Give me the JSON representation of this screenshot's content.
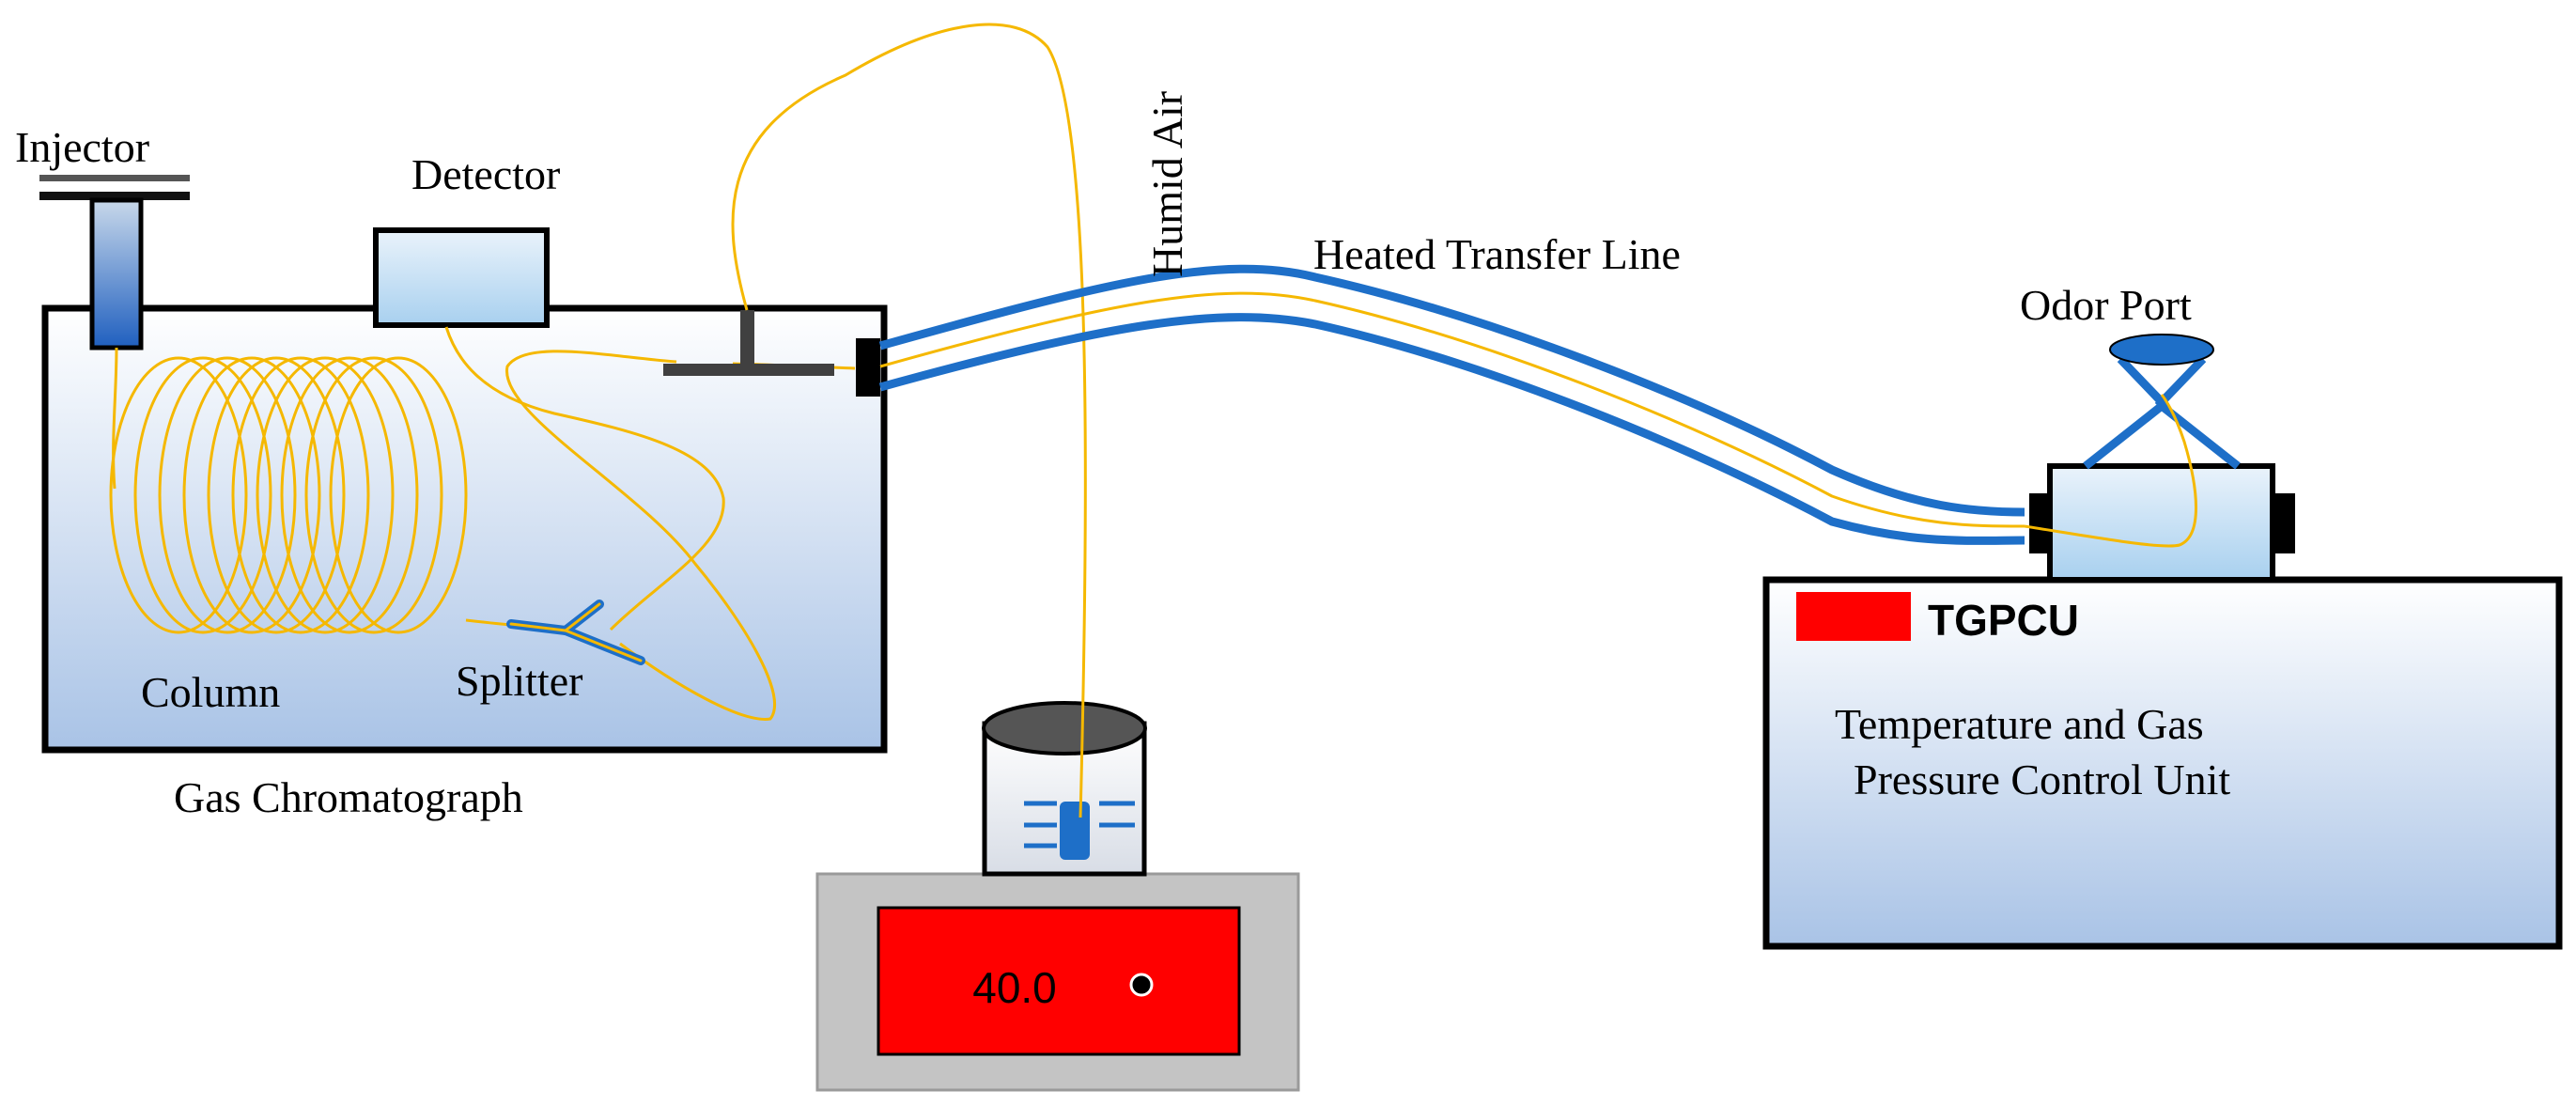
{
  "labels": {
    "injector": "Injector",
    "detector": "Detector",
    "column": "Column",
    "splitter": "Splitter",
    "gas_chromatograph": "Gas Chromatograph",
    "humid_air": "Humid Air",
    "heated_transfer_line": "Heated Transfer Line",
    "odor_port": "Odor Port",
    "tgpcu": "TGPCU",
    "tgpcu_desc_line1": "Temperature and Gas",
    "tgpcu_desc_line2": "Pressure Control Unit",
    "heater_display": "40.0"
  },
  "colors": {
    "fiber": "#f5b800",
    "transfer_line": "#1e6fc8",
    "heater_red": "#ff0000",
    "indicator_red": "#ff0000",
    "heater_gray": "#c4c4c4",
    "box_fill_top": "#ffffff",
    "box_fill_bottom": "#a9c3e6",
    "outline": "#000000",
    "fitting": "#404040"
  }
}
